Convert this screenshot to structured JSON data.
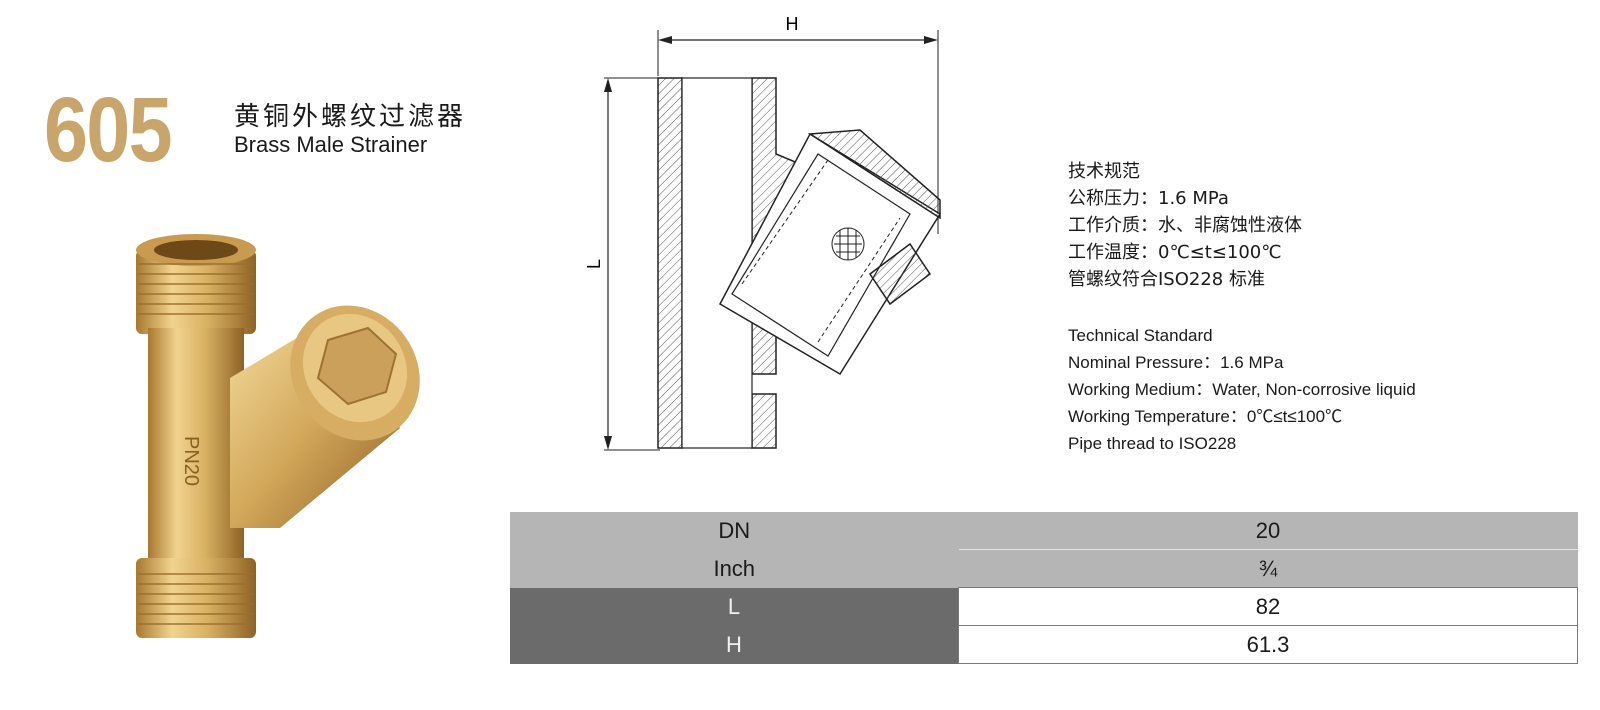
{
  "product": {
    "model": "605",
    "name_cn": "黄铜外螺纹过滤器",
    "name_en": "Brass Male Strainer"
  },
  "photo": {
    "body_marking": "PN20"
  },
  "drawing": {
    "dim_h": "H",
    "dim_l": "L"
  },
  "specs_cn": {
    "heading": "技术规范",
    "pressure": "公称压力：1.6 MPa",
    "medium": "工作介质：水、非腐蚀性液体",
    "temperature": "工作温度：0℃≤t≤100℃",
    "thread": "管螺纹符合ISO228 标准"
  },
  "specs_en": {
    "heading": "Technical Standard",
    "pressure": "Nominal Pressure：1.6 MPa",
    "medium": "Working Medium：Water, Non-corrosive liquid",
    "temperature": "Working Temperature：0℃≤t≤100℃",
    "thread": "Pipe thread to ISO228"
  },
  "table": {
    "rows": [
      {
        "label": "DN",
        "value": "20"
      },
      {
        "label": "Inch",
        "value": "¾"
      },
      {
        "label": "L",
        "value": "82"
      },
      {
        "label": "H",
        "value": "61.3"
      }
    ]
  },
  "colors": {
    "brass": "#c9a46b",
    "table_light": "#b5b5b5",
    "table_dark": "#6b6b6b"
  }
}
